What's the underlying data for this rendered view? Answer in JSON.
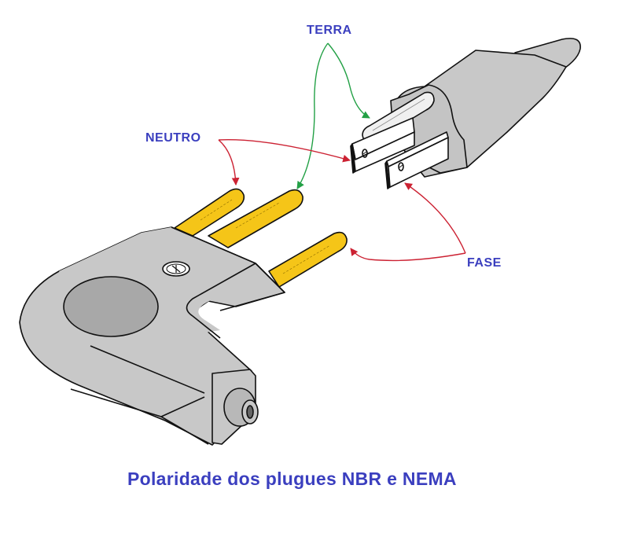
{
  "labels": {
    "terra": "TERRA",
    "neutro": "NEUTRO",
    "fase": "FASE"
  },
  "caption": "Polaridade dos plugues NBR e NEMA",
  "colors": {
    "label_text": "#3b3fbf",
    "terra_arrow": "#22a045",
    "neutro_arrow": "#cc2233",
    "fase_arrow": "#cc2233",
    "plug_body": "#c8c8c8",
    "plug_dark": "#a8a8a8",
    "pin_yellow": "#f5c518"
  }
}
